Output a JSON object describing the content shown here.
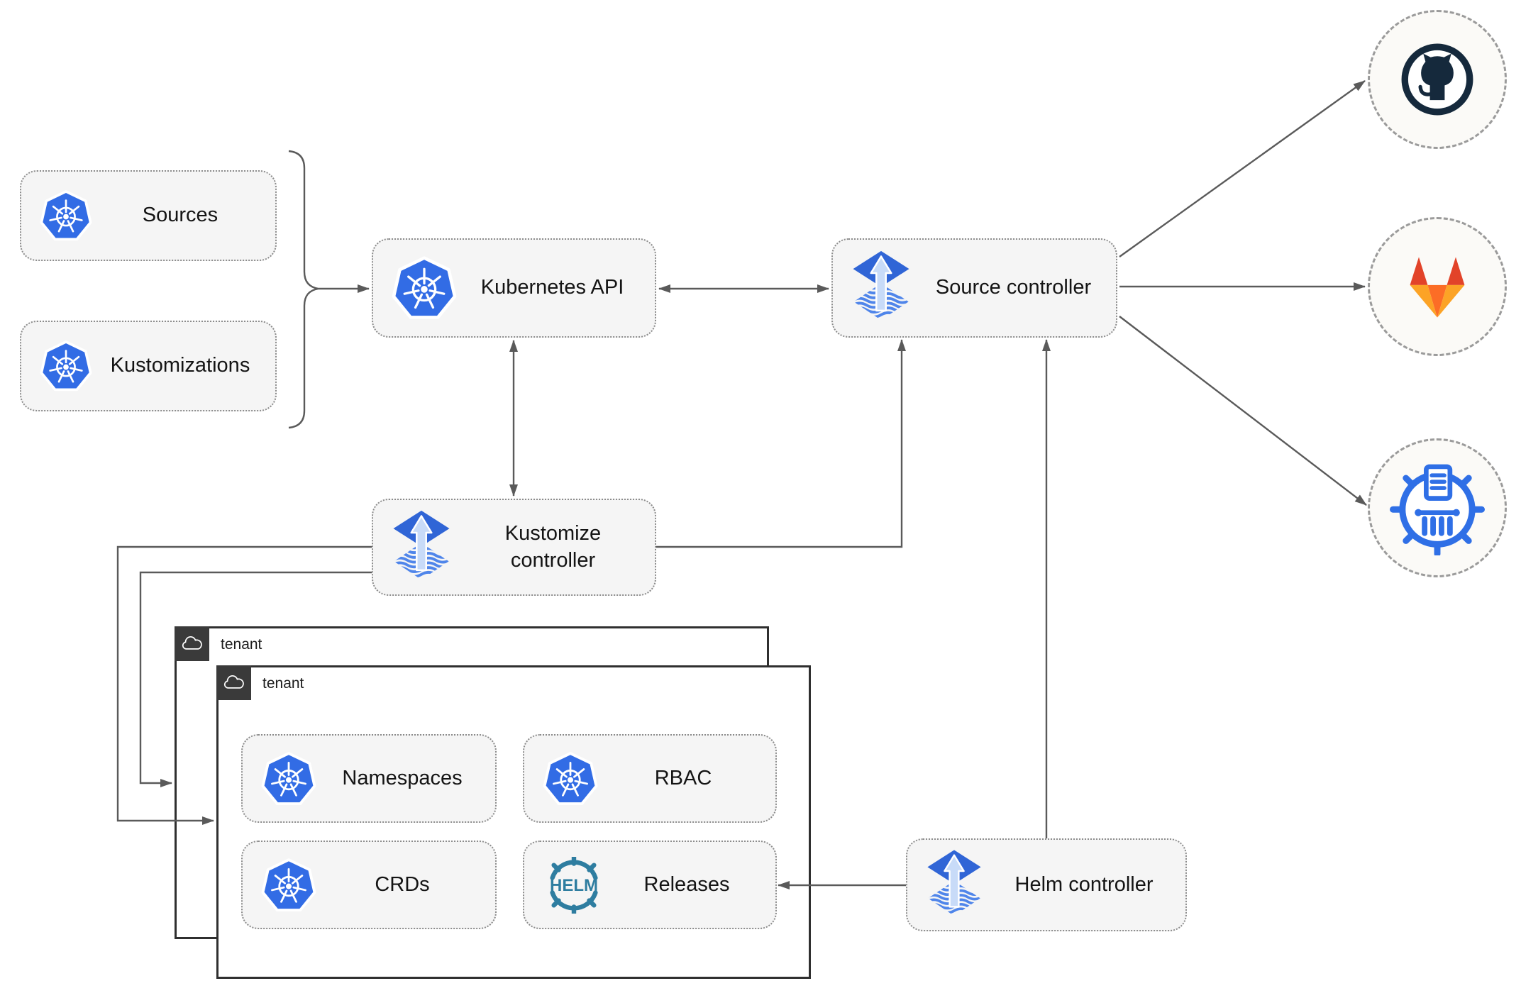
{
  "nodes": {
    "sources": {
      "label": "Sources",
      "icon": "kubernetes"
    },
    "kustomizations": {
      "label": "Kustomizations",
      "icon": "kubernetes"
    },
    "kubernetes_api": {
      "label": "Kubernetes API",
      "icon": "kubernetes"
    },
    "source_controller": {
      "label": "Source controller",
      "icon": "flux"
    },
    "kustomize_controller": {
      "label": "Kustomize controller",
      "icon": "flux"
    },
    "helm_controller": {
      "label": "Helm controller",
      "icon": "flux"
    },
    "namespaces": {
      "label": "Namespaces",
      "icon": "kubernetes"
    },
    "rbac": {
      "label": "RBAC",
      "icon": "kubernetes"
    },
    "crds": {
      "label": "CRDs",
      "icon": "kubernetes"
    },
    "releases": {
      "label": "Releases",
      "icon": "helm"
    }
  },
  "groups": {
    "tenant_back": {
      "label": "tenant",
      "icon": "cloud"
    },
    "tenant_front": {
      "label": "tenant",
      "icon": "cloud"
    }
  },
  "endpoints": [
    {
      "name": "github",
      "icon": "github-icon"
    },
    {
      "name": "gitlab",
      "icon": "gitlab-icon"
    },
    {
      "name": "artifact-registry",
      "icon": "artifact-registry-icon"
    }
  ],
  "colors": {
    "kubernetes_blue": "#326CE5",
    "flux_blue": "#3065D6",
    "flux_stripe_blue": "#4F85EA",
    "flux_arrow_light": "#C8DBF8",
    "helm_teal": "#2E7DA0",
    "github_dark": "#15293C",
    "gitlab_red": "#E24329",
    "gitlab_orange": "#FC6D26",
    "gitlab_yellow": "#FCA326",
    "connector_gray": "#5A5A5A",
    "node_fill": "#F5F5F5",
    "node_border": "#8C8C8C",
    "tenant_tab": "#3A3A3A"
  }
}
